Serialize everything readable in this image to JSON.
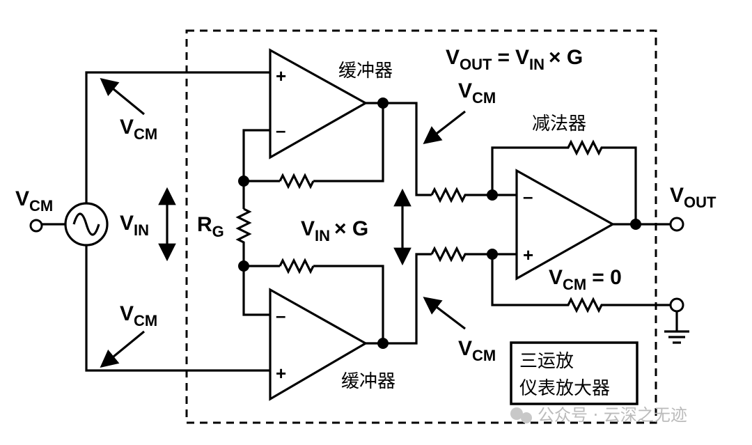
{
  "labels": {
    "vcm_main": "V",
    "vcm_sub": "CM",
    "vin_main": "V",
    "vin_sub": "IN",
    "rg_main": "R",
    "rg_sub": "G",
    "vout_main": "V",
    "vout_sub": "OUT",
    "times_g": "× G",
    "equals": "=",
    "vcm_zero_suffix": "= 0",
    "plus": "+",
    "minus": "–"
  },
  "blocks": {
    "buffer_top": "缓冲器",
    "buffer_bottom": "缓冲器",
    "subtractor": "减法器",
    "box_line1": "三运放",
    "box_line2": "仪表放大器"
  },
  "watermark": "公众号 · 云深之无迹"
}
